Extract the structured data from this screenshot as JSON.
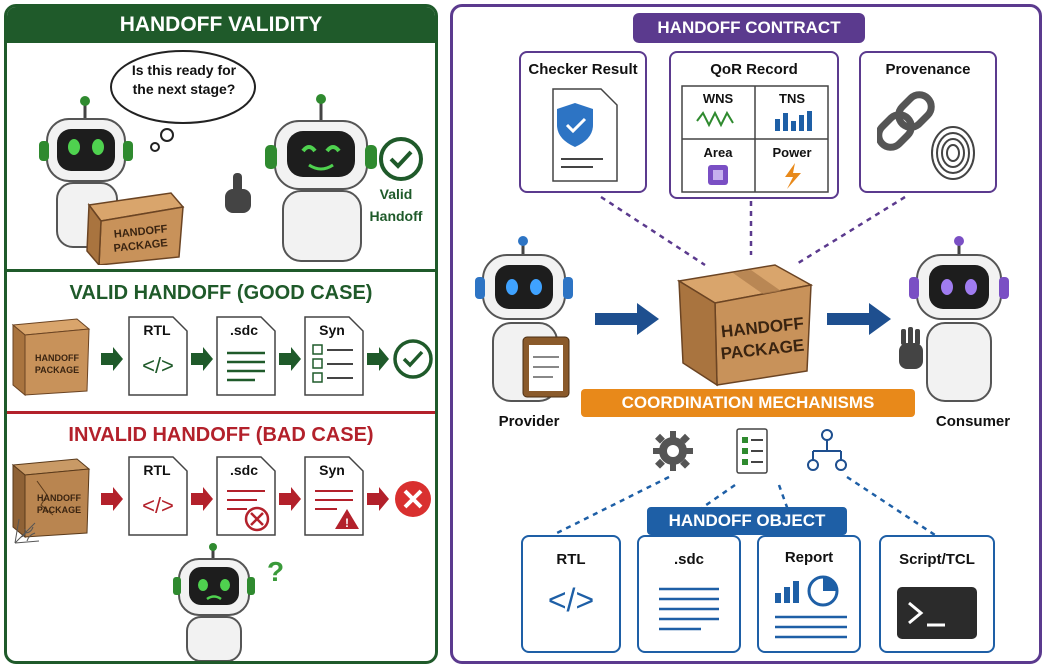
{
  "left_panel": {
    "title": "HANDOFF VALIDITY",
    "speech_bubble": "Is this ready for the next stage?",
    "package_label": [
      "HANDOFF",
      "PACKAGE"
    ],
    "valid_badge": [
      "Valid",
      "Handoff"
    ],
    "good_case": {
      "title": "VALID HANDOFF (GOOD CASE)",
      "docs": [
        "RTL",
        ".sdc",
        "Syn"
      ]
    },
    "bad_case": {
      "title": "INVALID HANDOFF (BAD CASE)",
      "docs": [
        "RTL",
        ".sdc",
        "Syn"
      ],
      "question_mark": "?"
    }
  },
  "right_panel": {
    "contract_title": "HANDOFF CONTRACT",
    "checker_result": "Checker Result",
    "qor_record": {
      "title": "QoR Record",
      "metrics": [
        "WNS",
        "TNS",
        "Area",
        "Power"
      ]
    },
    "provenance": "Provenance",
    "package_label": [
      "HANDOFF",
      "PACKAGE"
    ],
    "provider": "Provider",
    "consumer": "Consumer",
    "coordination_title": "COORDINATION MECHANISMS",
    "object_title": "HANDOFF OBJECT",
    "objects": [
      "RTL",
      ".sdc",
      "Report",
      "Script/TCL"
    ]
  },
  "colors": {
    "green": "#1f5a2a",
    "red": "#b3212b",
    "purple": "#5b3a8e",
    "orange": "#e8891a",
    "blue": "#1e5fa6",
    "box": "#c8925a"
  },
  "icons": [
    "shield-check-icon",
    "chain-link-icon",
    "fingerprint-icon",
    "gear-icon",
    "checklist-icon",
    "hierarchy-icon",
    "terminal-icon",
    "bar-chart-icon",
    "pie-chart-icon",
    "check-circle-icon",
    "error-circle-icon",
    "warning-icon",
    "cobweb-icon"
  ]
}
